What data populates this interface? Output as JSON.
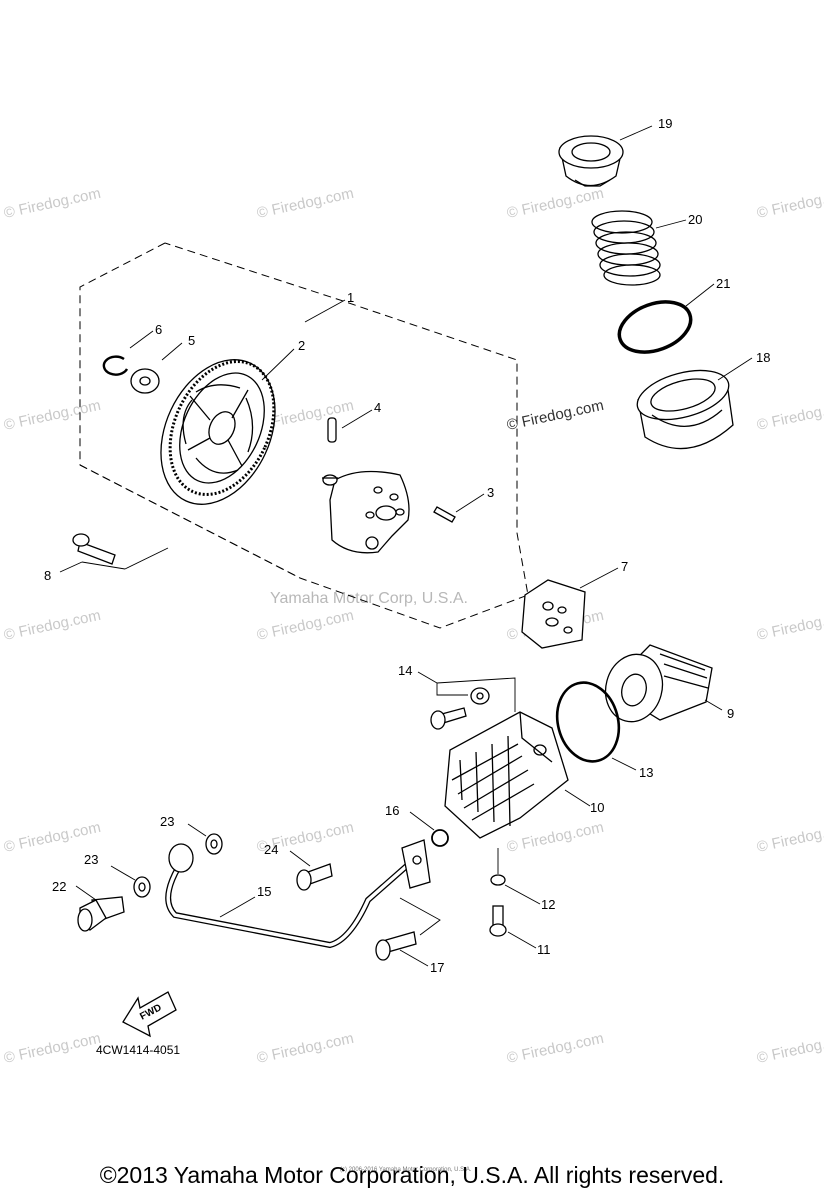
{
  "callouts": {
    "p1": "1",
    "p2": "2",
    "p3": "3",
    "p4": "4",
    "p5": "5",
    "p6": "6",
    "p7": "7",
    "p8": "8",
    "p9": "9",
    "p10": "10",
    "p11": "11",
    "p12": "12",
    "p13": "13",
    "p14": "14",
    "p15": "15",
    "p16": "16",
    "p17": "17",
    "p18": "18",
    "p19": "19",
    "p20": "20",
    "p21": "21",
    "p22": "22",
    "p23a": "23",
    "p23b": "23",
    "p24": "24"
  },
  "watermark": "© Firedog.com",
  "watermark_main": "© Firedog.com",
  "center_watermark": "Yamaha Motor Corp, U.S.A.",
  "fwd_label": "FWD",
  "diagram_code": "4CW1414-4051",
  "tiny_notice": "(c) 2006-2016 Yamaha Motor Corporation, U.S.A.",
  "copyright": "©2013 Yamaha Motor Corporation, U.S.A. All rights reserved."
}
